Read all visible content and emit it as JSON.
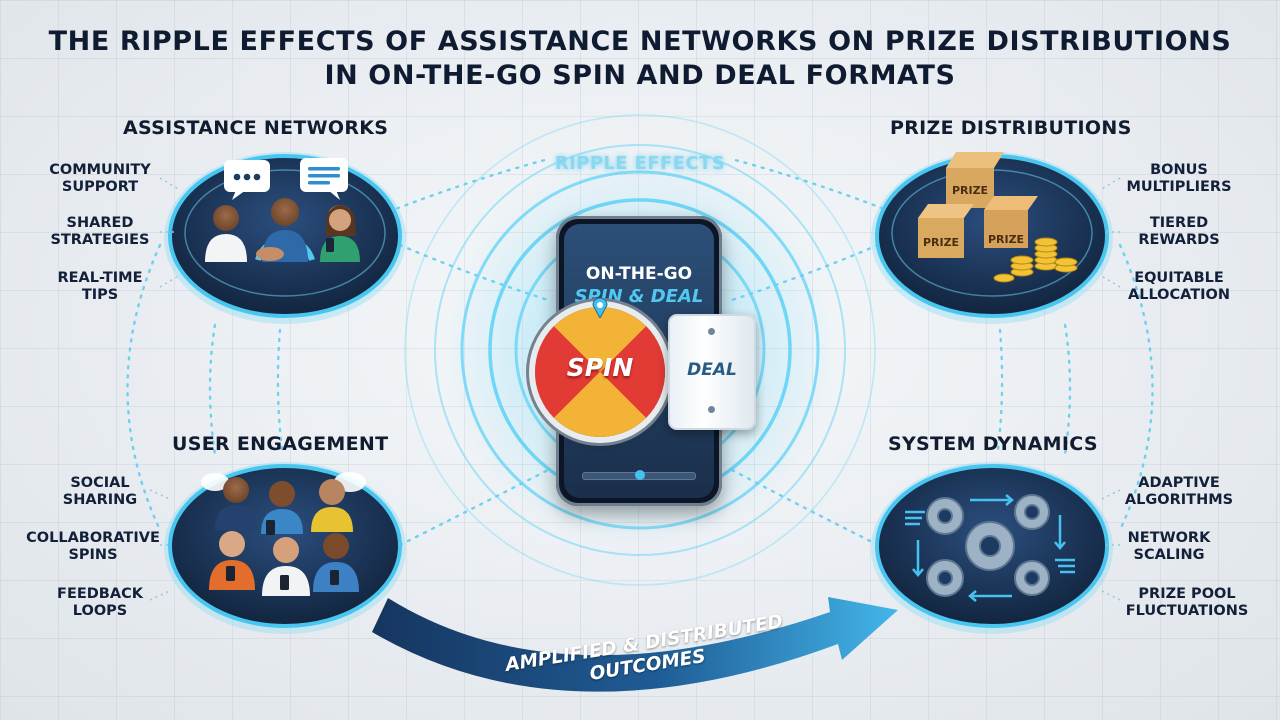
{
  "title": {
    "line1": "THE RIPPLE EFFECTS OF ASSISTANCE NETWORKS ON PRIZE DISTRIBUTIONS",
    "line2": "IN ON-THE-GO SPIN AND DEAL FORMATS"
  },
  "center": {
    "ripple_label": "RIPPLE EFFECTS",
    "phone_title_1": "ON-THE-GO",
    "phone_title_2": "SPIN & DEAL",
    "spin_label": "SPIN",
    "deal_label": "DEAL"
  },
  "sections": {
    "assistance": {
      "title": "ASSISTANCE NETWORKS",
      "labels": [
        [
          "COMMUNITY",
          "SUPPORT"
        ],
        [
          "SHARED",
          "STRATEGIES"
        ],
        [
          "REAL-TIME",
          "TIPS"
        ]
      ],
      "icon": "people-chat-icon"
    },
    "prize": {
      "title": "PRIZE DISTRIBUTIONS",
      "labels": [
        [
          "BONUS",
          "MULTIPLIERS"
        ],
        [
          "TIERED",
          "REWARDS"
        ],
        [
          "EQUITABLE",
          "ALLOCATION"
        ]
      ],
      "box_text": "PRIZE",
      "icon": "prize-boxes-coins-icon"
    },
    "engagement": {
      "title": "USER ENGAGEMENT",
      "labels": [
        [
          "SOCIAL",
          "SHARING"
        ],
        [
          "COLLABORATIVE",
          "SPINS"
        ],
        [
          "FEEDBACK",
          "LOOPS"
        ]
      ],
      "icon": "group-phones-icon"
    },
    "dynamics": {
      "title": "SYSTEM DYNAMICS",
      "labels": [
        [
          "ADAPTIVE",
          "ALGORITHMS"
        ],
        [
          "NETWORK",
          "SCALING"
        ],
        [
          "PRIZE POOL",
          "FLUCTUATIONS"
        ]
      ],
      "icon": "gears-arrows-icon"
    }
  },
  "arrow": {
    "line1": "AMPLIFIED & DISTRIBUTED",
    "line2": "OUTCOMES"
  },
  "colors": {
    "navy": "#1d3a63",
    "cyan_glow": "#5fd3f5",
    "spin_red": "#e23a34",
    "spin_gold": "#f2b336",
    "title": "#0f1b31"
  }
}
